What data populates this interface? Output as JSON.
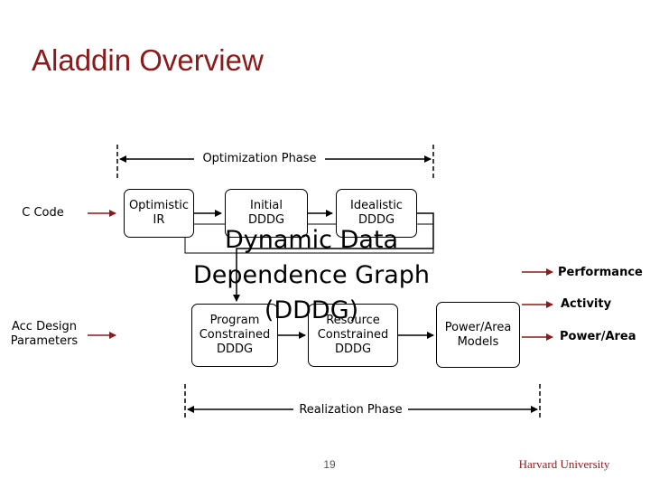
{
  "title": "Aladdin Overview",
  "phases": {
    "optimization": "Optimization Phase",
    "realization": "Realization Phase"
  },
  "inputs": {
    "c_code": "C Code",
    "acc_design_line1": "Acc Design",
    "acc_design_line2": "Parameters"
  },
  "boxes": {
    "optimistic_ir": [
      "Optimistic",
      "IR"
    ],
    "initial_dddg": [
      "Initial",
      "DDDG"
    ],
    "idealistic_dddg": [
      "Idealistic",
      "DDDG"
    ],
    "program_constrained": [
      "Program",
      "Constrained",
      "DDDG"
    ],
    "resource_constrained": [
      "Resource",
      "Constrained",
      "DDDG"
    ],
    "power_area_models": [
      "Power/Area",
      "Models"
    ]
  },
  "overlay_text": [
    "Dynamic Data",
    "Dependence Graph",
    "(DDDG)"
  ],
  "outputs": [
    "Performance",
    "Activity",
    "Power/Area"
  ],
  "page_number": "19",
  "university": "Harvard University",
  "colors": {
    "title": "#8b1a1a",
    "arrow": "#8b1a1a",
    "university": "#8b1a1a"
  }
}
